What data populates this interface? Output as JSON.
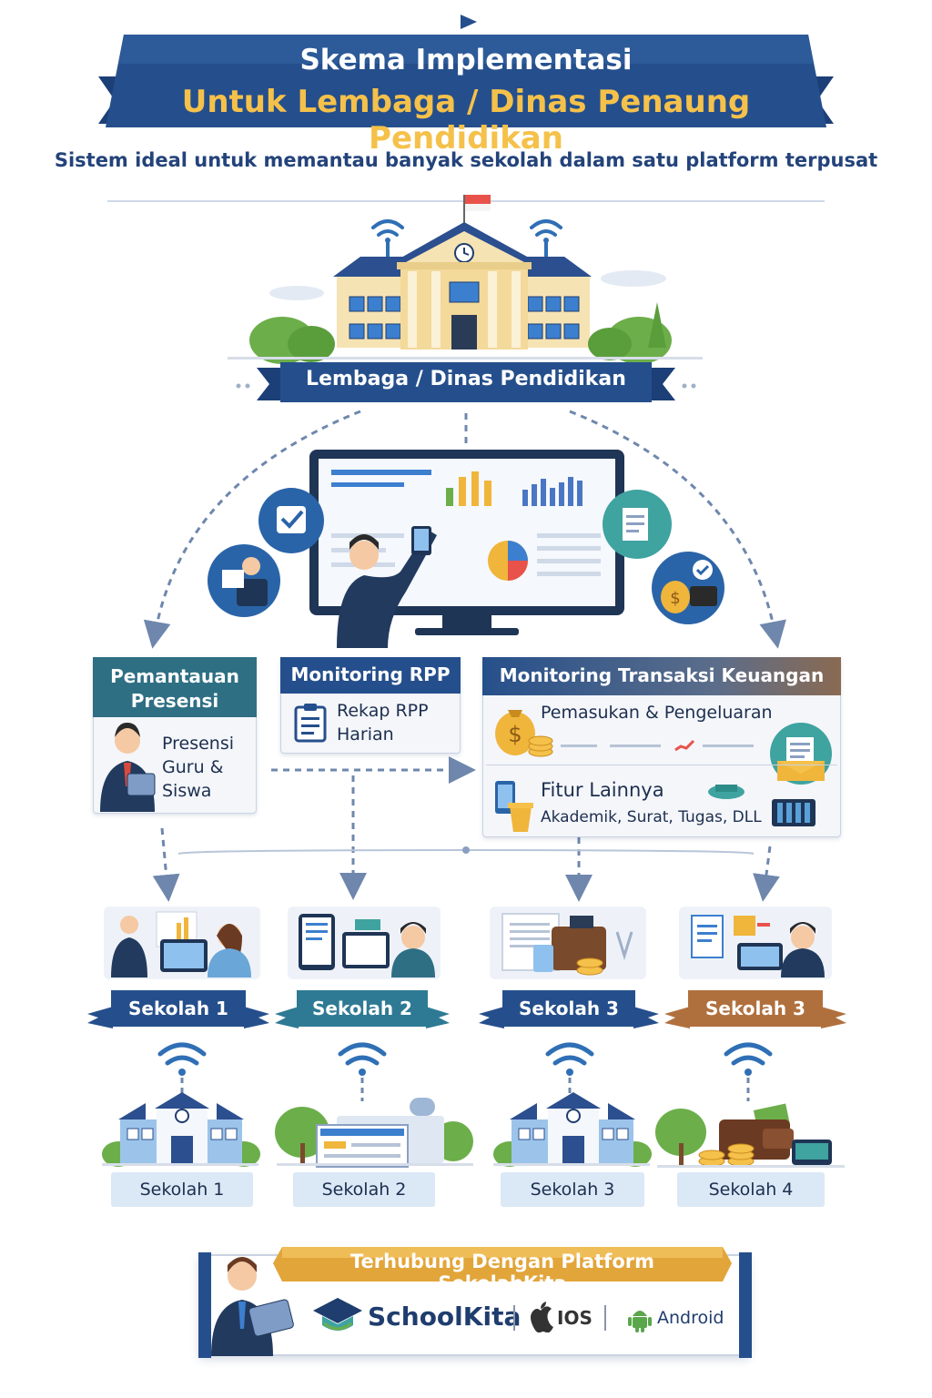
{
  "header": {
    "title_line_1": "Skema Implementasi",
    "title_line_2": "Untuk Lembaga / Dinas Penaung Pendidikan",
    "subtitle": "Sistem ideal untuk memantau banyak sekolah dalam satu platform terpusat"
  },
  "main_node": {
    "label": "Lembaga / Dinas Pendidikan"
  },
  "panels": {
    "presensi": {
      "title_line_1": "Pemantauan",
      "title_line_2": "Presensi",
      "body_lines": [
        "Presensi",
        "Guru &",
        "Siswa"
      ]
    },
    "rpp": {
      "title": "Monitoring RPP",
      "body_lines": [
        "Rekap RPP",
        "Harian"
      ]
    },
    "keuangan": {
      "title": "Monitoring Transaksi Keuangan",
      "row1_label": "Pemasukan & Pengeluaran",
      "row2_title": "Fitur Lainnya",
      "row2_sub": "Akademik, Surat, Tugas, DLL"
    }
  },
  "mid_schools": [
    {
      "label": "Sekolah 1"
    },
    {
      "label": "Sekolah 2"
    },
    {
      "label": "Sekolah 3"
    },
    {
      "label": "Sekolah 3"
    }
  ],
  "bottom_schools": [
    {
      "label": "Sekolah 1"
    },
    {
      "label": "Sekolah 2"
    },
    {
      "label": "Sekolah 3"
    },
    {
      "label": "Sekolah 4"
    }
  ],
  "footer": {
    "ribbon": "Terhubung Dengan Platform SekolahKita",
    "brand": "SchoolKita",
    "ios": "IOS",
    "android": "Android"
  },
  "colors": {
    "navy": "#254f8c",
    "teal": "#2e6f84",
    "gold": "#e2a53a",
    "brown": "#b0703e",
    "light_blue": "#dbe8f6"
  }
}
